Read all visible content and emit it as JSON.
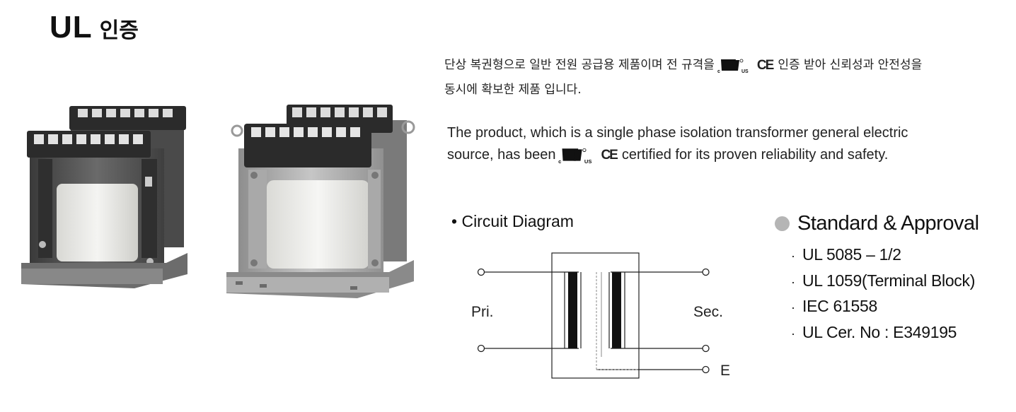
{
  "page": {
    "title_main": "UL",
    "title_sub": "인증"
  },
  "description_kr": {
    "line1_before": "단상 복권형으로 일반 전원 공급용 제품이며 전 규격을",
    "line1_after": "인증 받아 신뢰성과 안전성을",
    "line2": "동시에 확보한 제품 입니다."
  },
  "description_en": {
    "line1": "The product, which is a single phase isolation transformer general electric",
    "line2_before": "source, has been",
    "line2_after": "certified for its proven reliability and safety."
  },
  "marks": {
    "ul_icon": "ul-listed-mark",
    "ce_text": "CE"
  },
  "circuit": {
    "title": "Circuit Diagram",
    "bullet": "•",
    "primary_label": "Pri.",
    "secondary_label": "Sec.",
    "earth_label": "E"
  },
  "standards": {
    "title": "Standard & Approval",
    "bullet": "·",
    "items": [
      "UL 5085 – 1/2",
      "UL 1059(Terminal Block)",
      "IEC 61558",
      "UL Cer. No : E349195"
    ]
  },
  "colors": {
    "text": "#111111",
    "dot": "#b5b5b5",
    "frame_dark": "#555555",
    "terminal_block": "#2b2b2b",
    "coil": "#e9e9e6"
  }
}
